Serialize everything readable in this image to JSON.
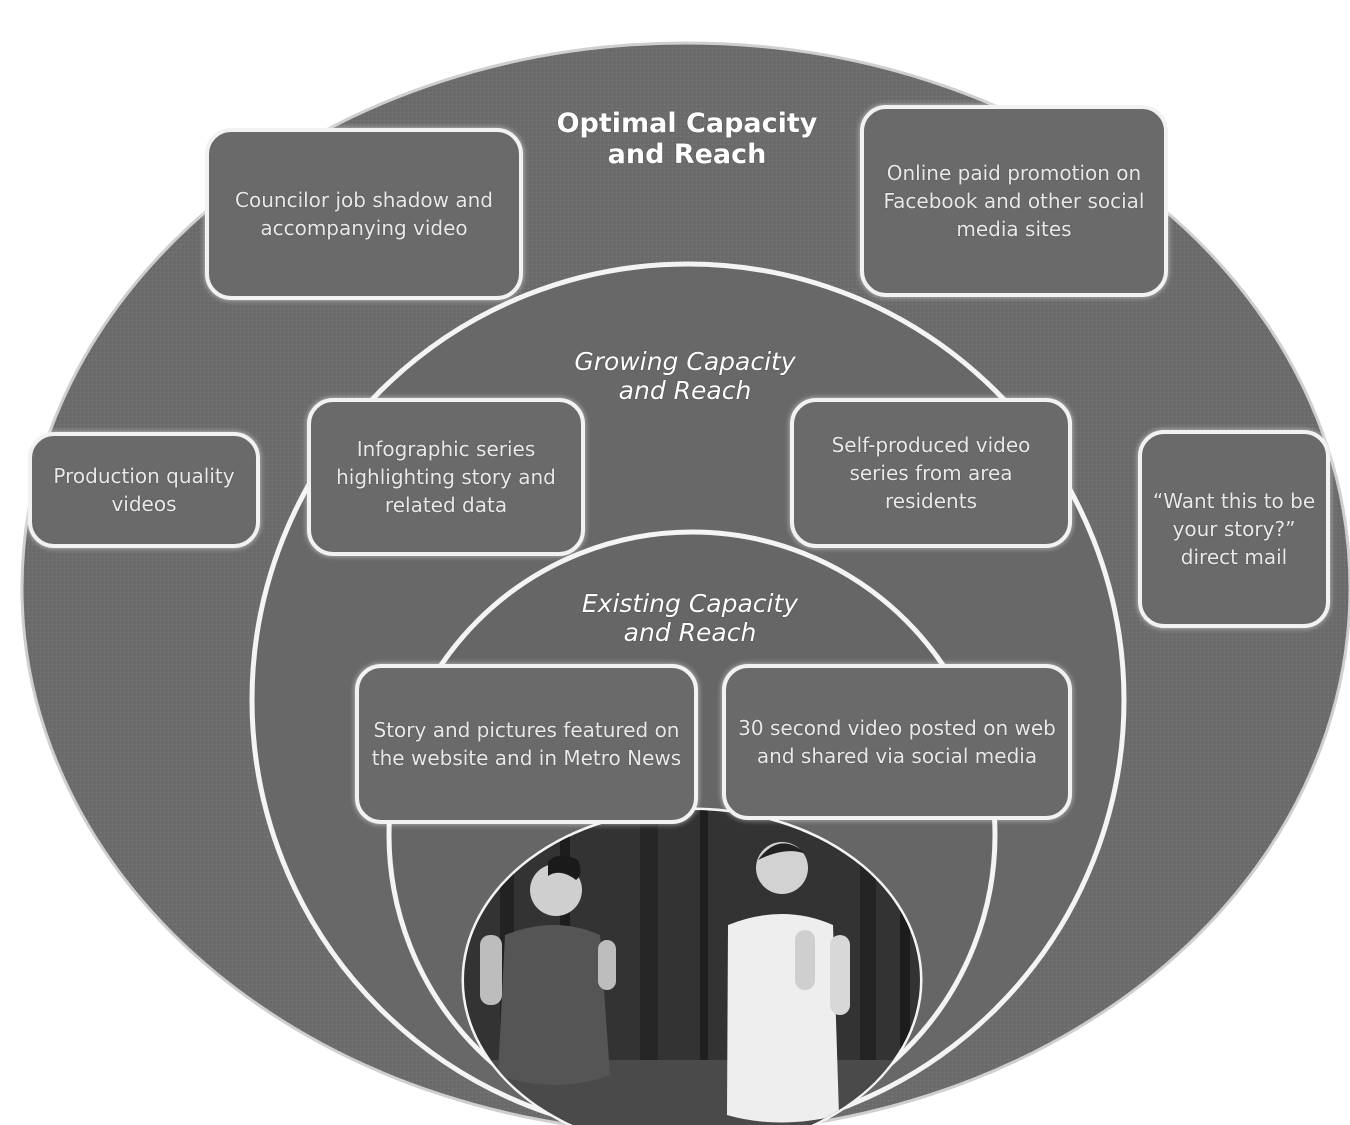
{
  "colors": {
    "outer_fill": "#6e6e6e",
    "ring_stroke": "#f4f4f4",
    "photo_bg": "#3a3a3a"
  },
  "rings": {
    "optimal_title": "Optimal  Capacity and Reach",
    "growing_title": "Growing Capacity and Reach",
    "existing_title": "Existing Capacity and Reach"
  },
  "boxes": {
    "councilor": "Councilor job shadow and accompanying video",
    "online_paid": "Online paid promotion on Facebook and other social media sites",
    "production_videos": "Production quality videos",
    "want_this": "“Want this to be your story?” direct mail",
    "infographic": "Infographic series highlighting story and related data",
    "self_produced": "Self-produced video series from area residents",
    "story_pictures": "Story and pictures featured on the website and in Metro News",
    "video_30s": "30 second video posted on web and shared via social media"
  },
  "photo": {
    "icon": "walking-seniors-photo"
  }
}
